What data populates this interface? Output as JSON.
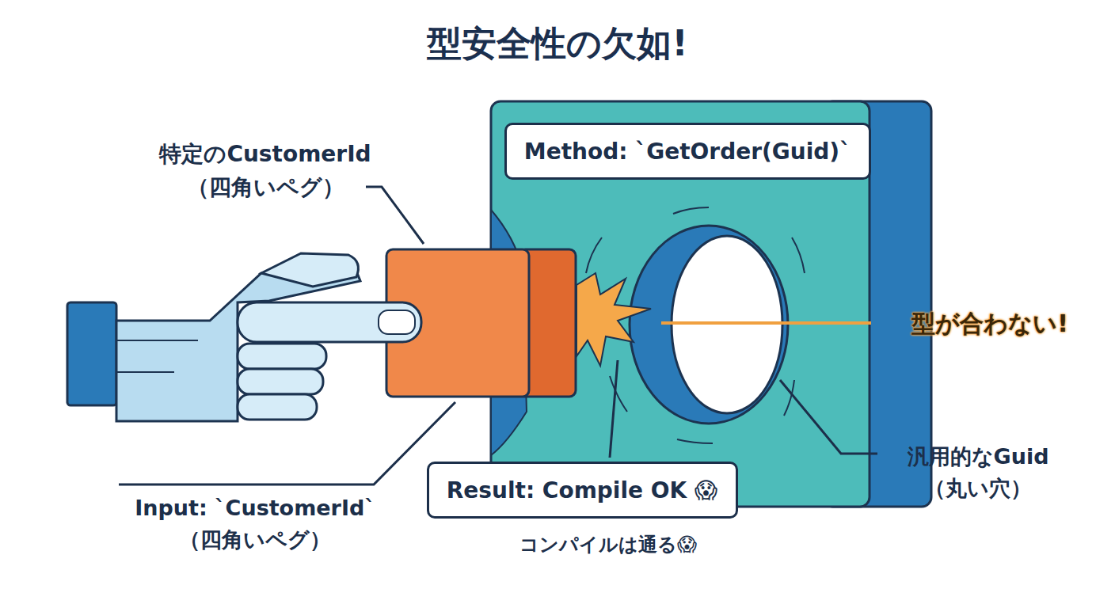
{
  "diagram": {
    "title": "型安全性の欠如!",
    "nodes": [
      {
        "text": [
          "Method: `GetOrder(Guid)`"
        ]
      },
      {
        "text": [
          "Result: Compile OK 😱"
        ]
      }
    ],
    "labels": [
      "特定のCustomerId （四角いペグ）",
      "Input: `CustomerId` （四角いペグ）",
      "型が合わない!",
      "汎用的なGuid （丸い穴）",
      "コンパイルは通る😱"
    ]
  }
}
